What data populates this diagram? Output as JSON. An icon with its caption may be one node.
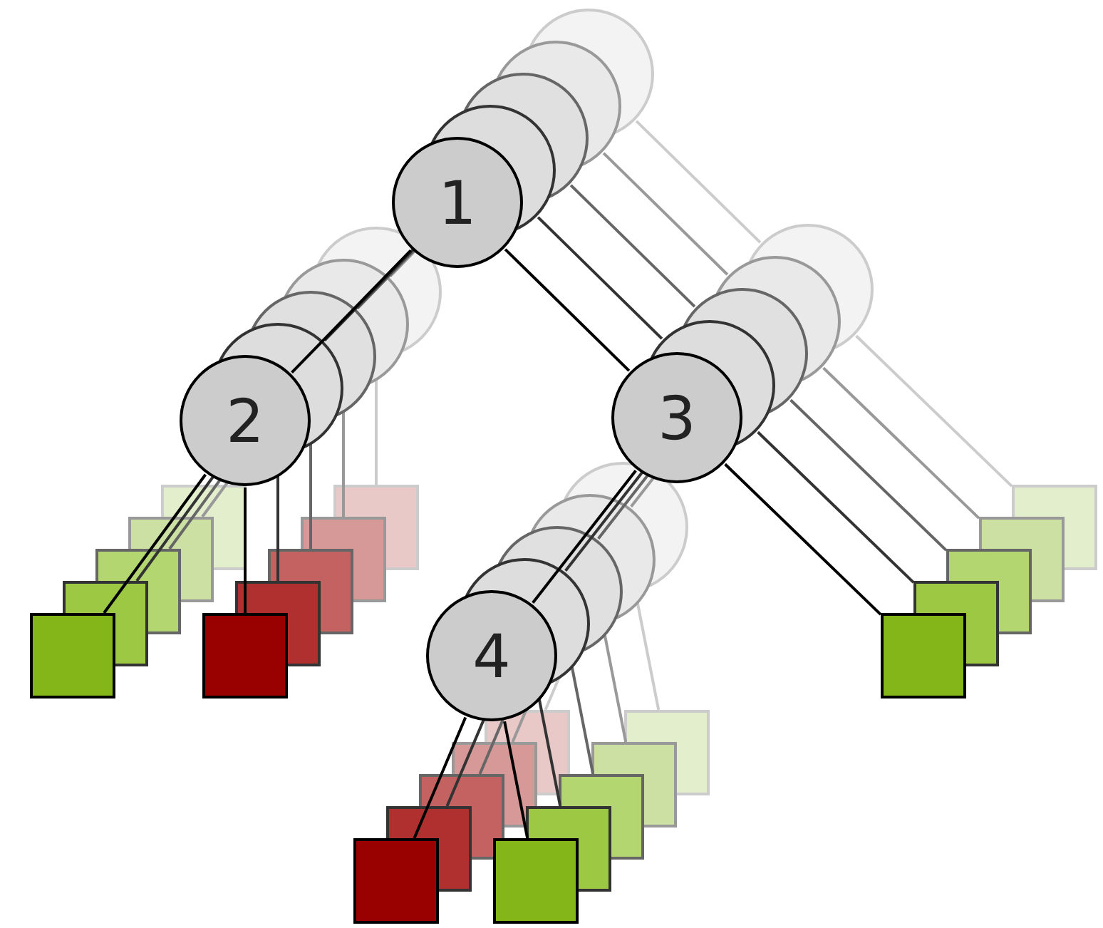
{
  "diagram": {
    "nodes": [
      {
        "text": [
          "1"
        ]
      },
      {
        "text": [
          "2"
        ]
      },
      {
        "text": [
          "3"
        ]
      },
      {
        "text": [
          "4"
        ]
      },
      {
        "text": [],
        "shape": "box"
      },
      {
        "text": [],
        "shape": "box"
      },
      {
        "text": [],
        "shape": "box"
      },
      {
        "text": [],
        "shape": "box"
      },
      {
        "text": [],
        "shape": "box"
      }
    ],
    "edges": [
      {
        "from": 0,
        "to": 1,
        "arrow": "none"
      },
      {
        "from": 0,
        "to": 2,
        "arrow": "none"
      },
      {
        "from": 1,
        "to": 4,
        "arrow": "none"
      },
      {
        "from": 1,
        "to": 5,
        "arrow": "none"
      },
      {
        "from": 2,
        "to": 3,
        "arrow": "none"
      },
      {
        "from": 2,
        "to": 6,
        "arrow": "none"
      },
      {
        "from": 3,
        "to": 7,
        "arrow": "none"
      },
      {
        "from": 3,
        "to": 8,
        "arrow": "none"
      }
    ]
  }
}
